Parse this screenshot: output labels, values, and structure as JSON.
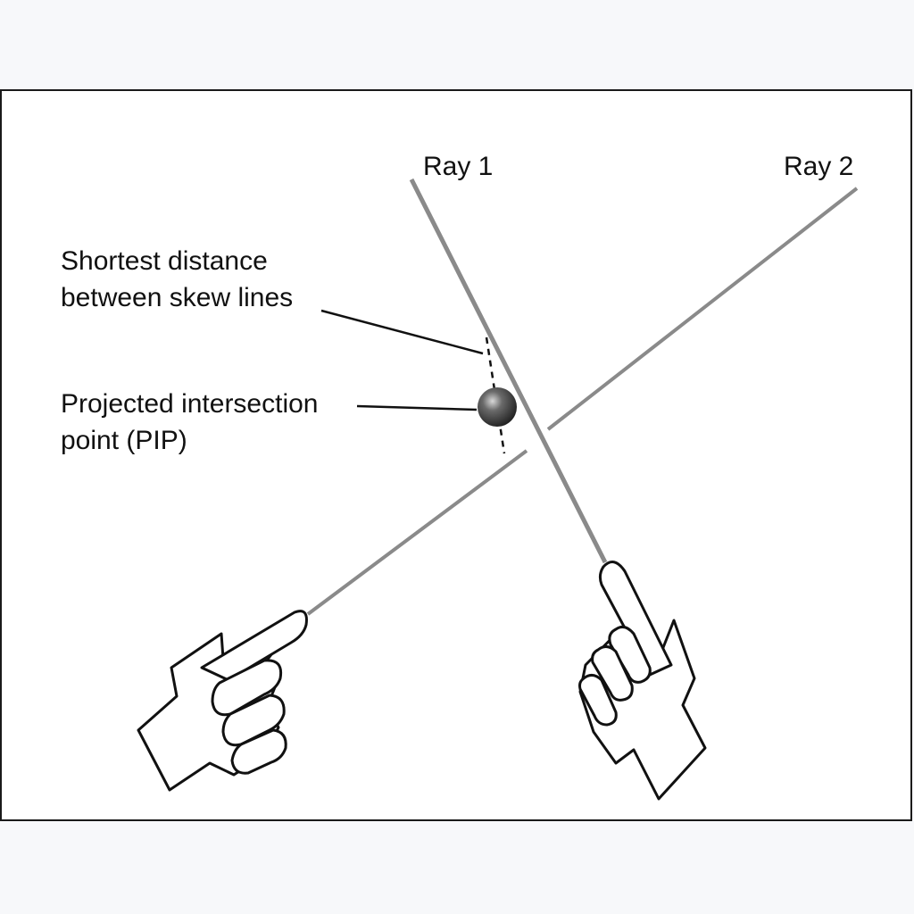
{
  "figure": {
    "ray1_label": "Ray 1",
    "ray2_label": "Ray 2",
    "shortest_distance_label": {
      "line1": "Shortest distance",
      "line2": "between skew lines"
    },
    "pip_label": {
      "line1": "Projected intersection",
      "line2": "point (PIP)"
    }
  },
  "colors": {
    "ray": "#8a8a8a",
    "ink": "#111111",
    "frame": "#1a1a1a",
    "background": "#f7f8fa",
    "sphere": "#3a3a3a"
  },
  "icons": [
    "pointing-hand-left-icon",
    "pointing-hand-right-icon",
    "sphere-icon"
  ]
}
